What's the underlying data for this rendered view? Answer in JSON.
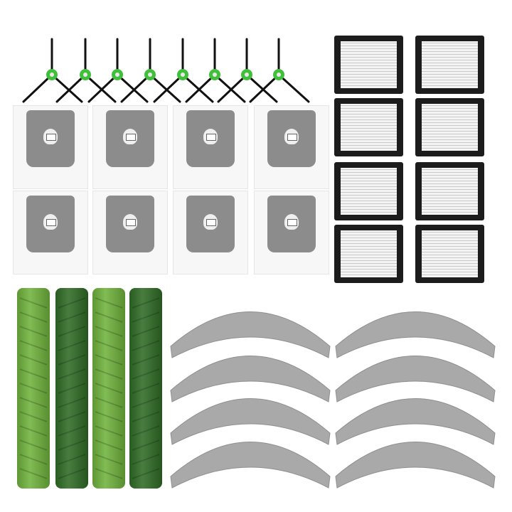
{
  "colors": {
    "brush_hub": "#3fbf3a",
    "brush_arm": "#111111",
    "bag_plate": "#8c8c8c",
    "filter_frame": "#1c1c1c",
    "roller_light": "#6fb23c",
    "roller_dark": "#2f6b25",
    "mop_pad": "#a9a9a9"
  },
  "counts": {
    "side_brushes": 8,
    "dust_bags": 8,
    "filters": 8,
    "rollers": 4,
    "mop_pads": 8
  }
}
